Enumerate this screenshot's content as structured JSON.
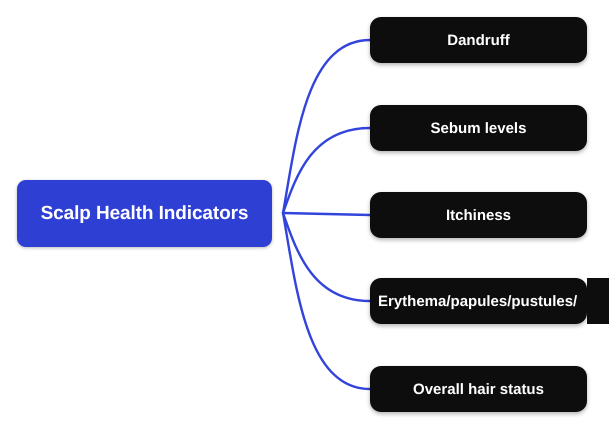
{
  "diagram": {
    "type": "mind-map",
    "orientation": "left-to-right",
    "background_color": "#ffffff",
    "root": {
      "label": "Scalp Health Indicators",
      "fill_color": "#2e3fd4",
      "text_color": "#ffffff"
    },
    "edge_color": "#3344dd",
    "branch_fill_color": "#0d0d0d",
    "branch_text_color": "#ffffff",
    "branches": [
      {
        "label": "Dandruff"
      },
      {
        "label": "Sebum levels"
      },
      {
        "label": "Itchiness"
      },
      {
        "label": "Erythema/papules/pustules/"
      },
      {
        "label": "Overall hair status"
      }
    ]
  }
}
